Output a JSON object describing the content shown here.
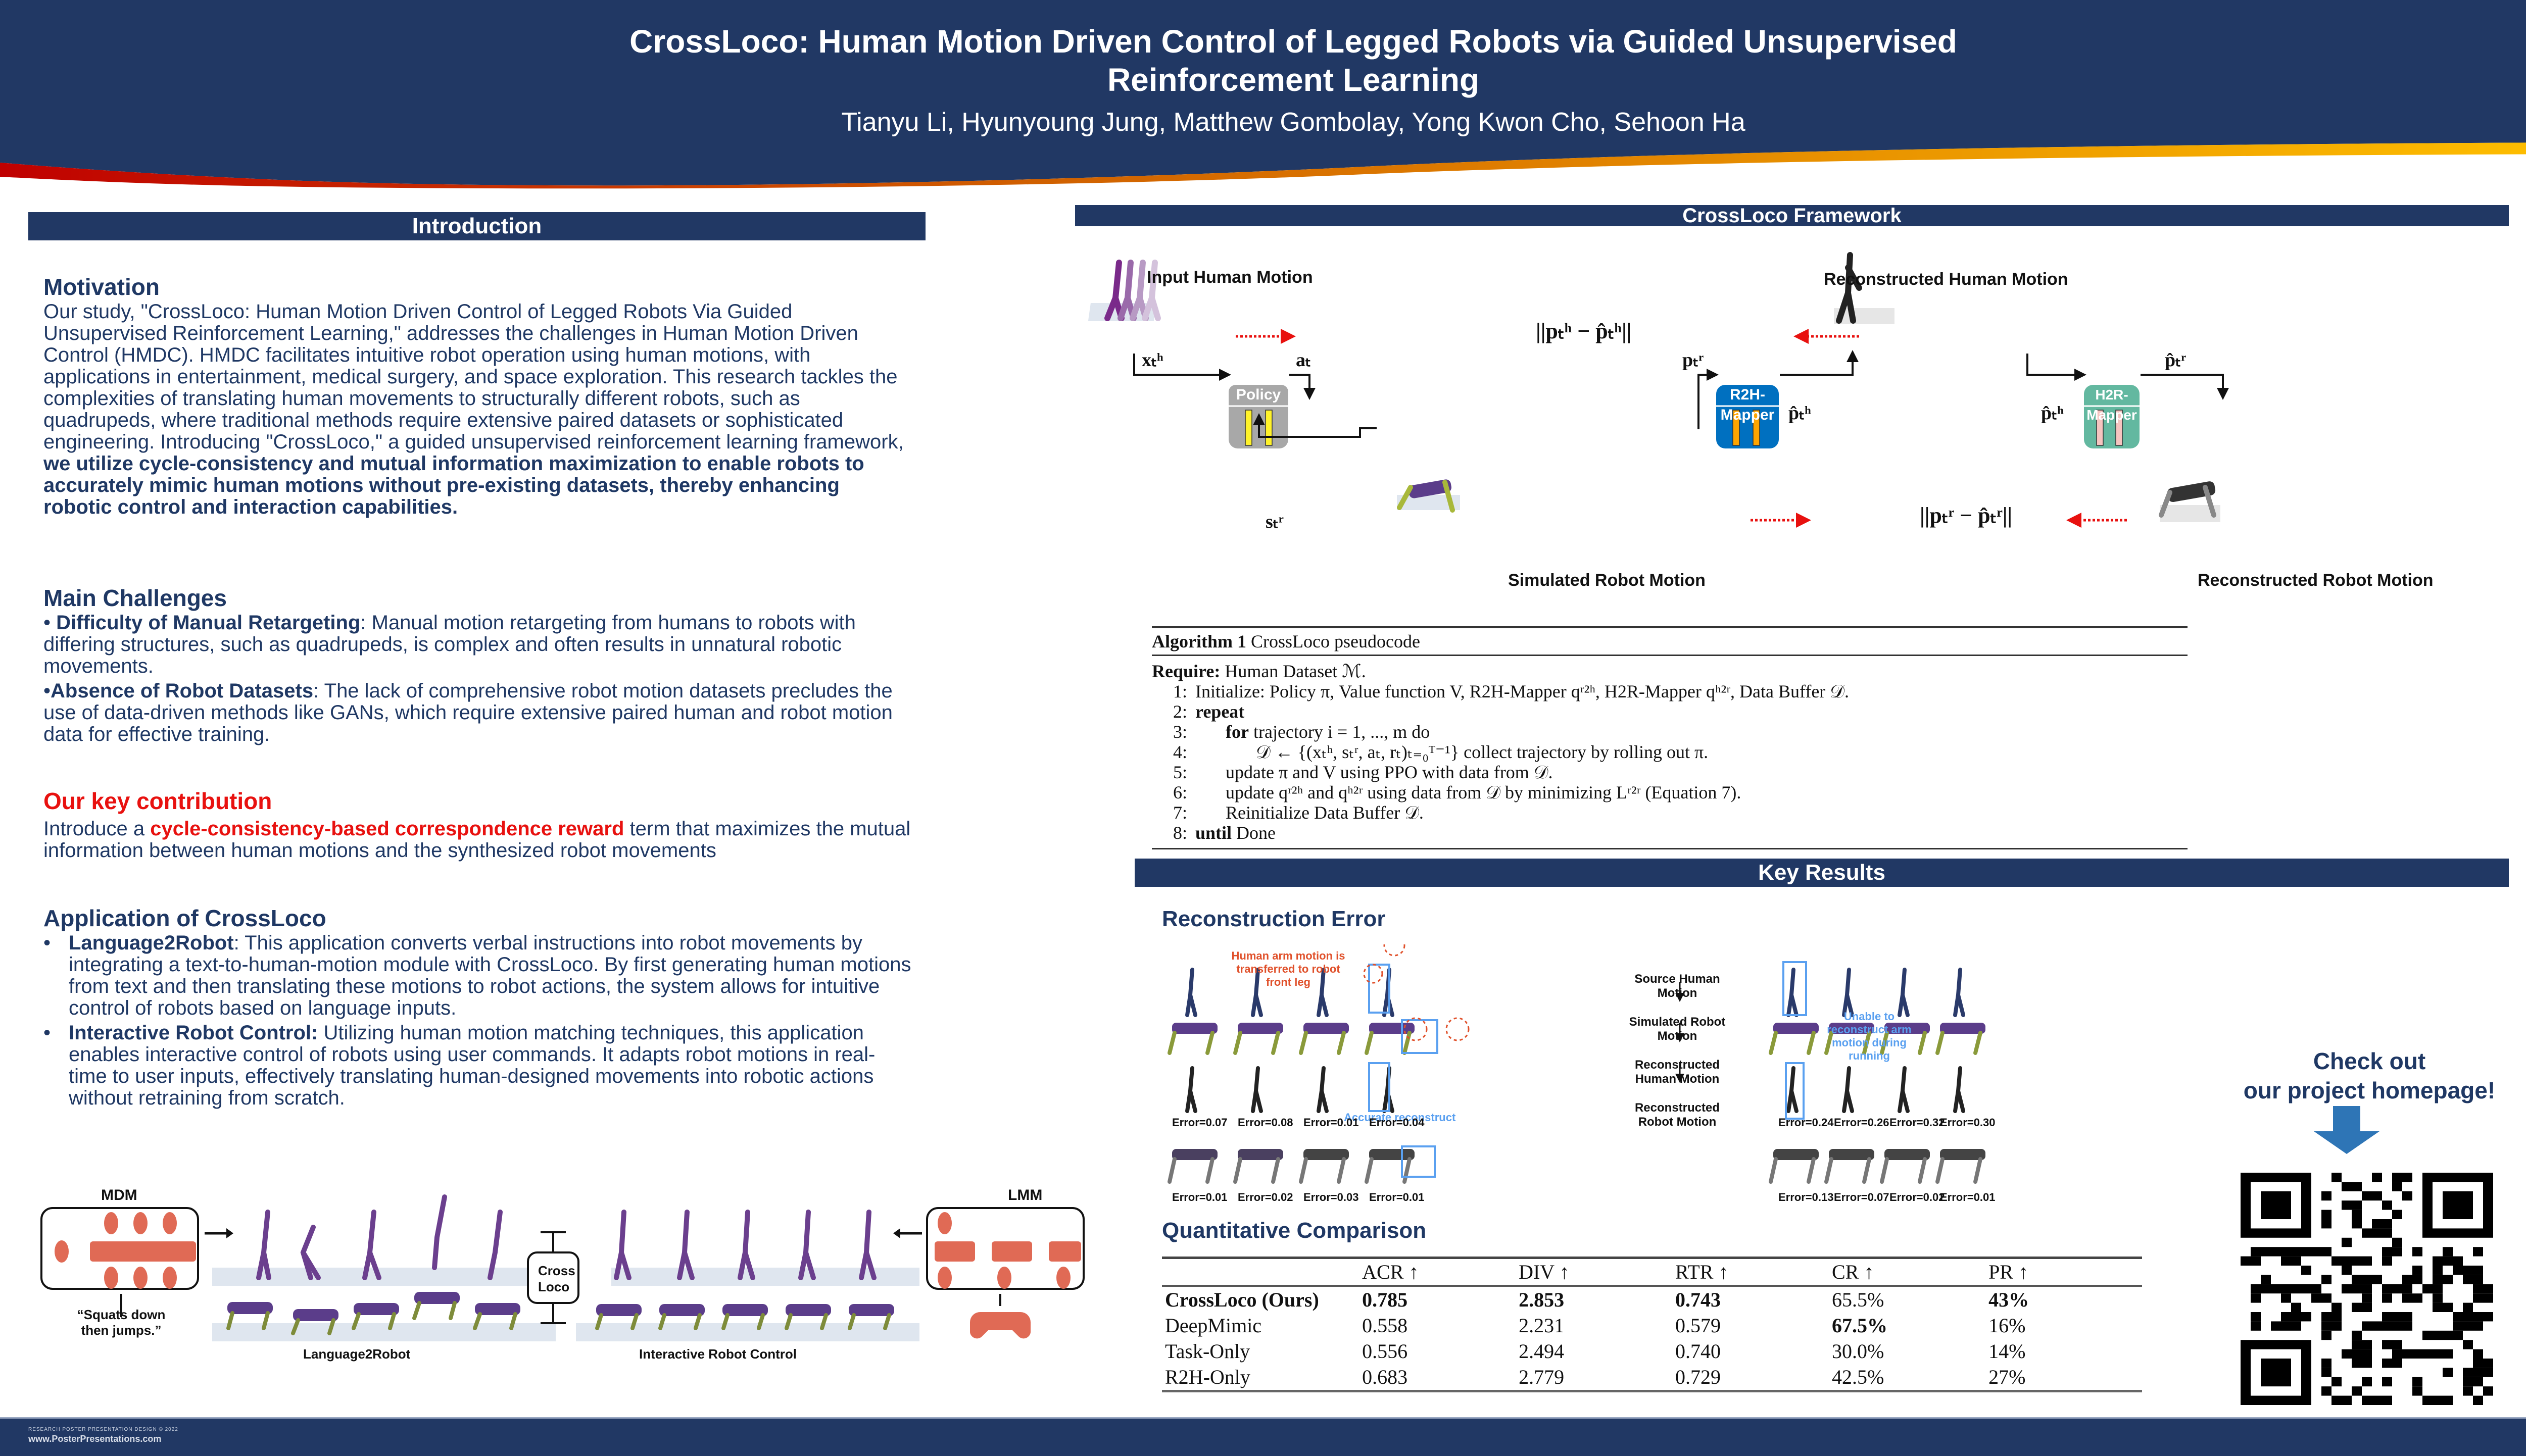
{
  "poster": {
    "title_line1": "CrossLoco: Human Motion Driven Control of Legged Robots via Guided Unsupervised",
    "title_line2": "Reinforcement Learning",
    "authors": "Tianyu Li, Hyunyoung Jung, Matthew Gombolay, Yong Kwon Cho, Sehoon Ha"
  },
  "colors": {
    "navy": "#213864",
    "accent_red": "#e8110f",
    "wave_start": "#c00000",
    "wave_end": "#ffc000",
    "highlight_blue": "#5aa0f0",
    "arrow_blue": "#2e75b6"
  },
  "introduction": {
    "header": "Introduction",
    "motivation": {
      "heading": "Motivation",
      "text": "Our study, \"CrossLoco: Human Motion Driven Control of Legged Robots Via Guided Unsupervised Reinforcement Learning,\" addresses the challenges in Human Motion Driven Control (HMDC). HMDC facilitates intuitive robot operation using human motions, with applications in entertainment, medical surgery, and space exploration. This research tackles the complexities of translating human movements to structurally different robots, such as quadrupeds, where traditional methods require extensive paired datasets or sophisticated engineering. Introducing \"CrossLoco,\" a guided unsupervised reinforcement learning framework, ",
      "bold_text": "we utilize cycle-consistency and mutual information maximization to enable robots to accurately mimic human motions without pre-existing datasets, thereby enhancing robotic control and interaction capabilities."
    },
    "challenges": {
      "heading": "Main Challenges",
      "items": [
        {
          "bullet": "•",
          "title": "Difficulty of Manual Retargeting",
          "text": ": Manual motion retargeting from humans to robots with differing structures, such as quadrupeds, is complex and often results in unnatural robotic movements."
        },
        {
          "bullet": "•",
          "title": "Absence of Robot Datasets",
          "text": ": The lack of comprehensive robot motion datasets precludes the use of data-driven methods like GANs, which require extensive paired human and robot motion data for effective training."
        }
      ]
    },
    "contribution": {
      "heading": "Our key contribution",
      "prefix": "Introduce a ",
      "highlight": "cycle-consistency-based correspondence reward",
      "suffix": " term that maximizes the mutual information between human motions and the synthesized robot movements"
    },
    "applications": {
      "heading": "Application of CrossLoco",
      "items": [
        {
          "bullet": "•",
          "title": "Language2Robot",
          "text": ": This application converts verbal instructions into robot movements by integrating a text-to-human-motion module with CrossLoco. By first generating human motions from text and then translating these motions to robot actions, the system allows for intuitive control of robots based on language inputs."
        },
        {
          "bullet": "•",
          "title": "Interactive Robot Control:",
          "text": " Utilizing human motion matching techniques, this application enables interactive control of robots using user commands. It adapts robot motions in real-time to user inputs, effectively translating human-designed movements into robotic actions without retraining from scratch."
        }
      ]
    },
    "app_figure": {
      "mdm_label": "MDM",
      "lmm_label": "LMM",
      "prompt": "“Squats down then jumps.”",
      "center_label_1": "Cross",
      "center_label_2": "Loco",
      "caption_left": "Language2Robot",
      "caption_right": "Interactive Robot Control"
    }
  },
  "framework": {
    "header": "CrossLoco Framework",
    "input_label": "Input Human Motion",
    "recon_human_label": "Reconstructed Human Motion",
    "sim_robot_label": "Simulated Robot Motion",
    "recon_robot_label": "Reconstructed Robot Motion",
    "policy_label": "Policy",
    "r2h_label": "R2H-Mapper",
    "h2r_label": "H2R-Mapper",
    "loss_human": "||pₜʰ − p̂ₜʰ||",
    "loss_robot": "||pₜʳ − p̂ₜʳ||",
    "sym_xh": "xₜʰ",
    "sym_at": "aₜ",
    "sym_sr": "sₜʳ",
    "sym_pr": "pₜʳ",
    "sym_phat_h": "p̂ₜʰ",
    "sym_phat_r": "p̂ₜʳ"
  },
  "algorithm": {
    "title_bold": "Algorithm 1",
    "title": " CrossLoco pseudocode",
    "require_label": "Require:",
    "require_text": " Human Dataset ℳ.",
    "lines": [
      {
        "n": "1:",
        "indent": 0,
        "bold": "",
        "text": "Initialize: Policy π, Value function V, R2H-Mapper qʳ²ʰ, H2R-Mapper qʰ²ʳ, Data Buffer 𝒟."
      },
      {
        "n": "2:",
        "indent": 0,
        "bold": "repeat",
        "text": ""
      },
      {
        "n": "3:",
        "indent": 1,
        "bold": "for",
        "text": " trajectory i = 1, ..., m  do"
      },
      {
        "n": "4:",
        "indent": 2,
        "bold": "",
        "text": "𝒟 ← {(xₜʰ, sₜʳ, aₜ, rₜ)ₜ₌₀ᵀ⁻¹} collect trajectory by rolling out π."
      },
      {
        "n": "5:",
        "indent": 1,
        "bold": "",
        "text": "update π and V using PPO with data from 𝒟."
      },
      {
        "n": "6:",
        "indent": 1,
        "bold": "",
        "text": "update qʳ²ʰ and qʰ²ʳ using data from 𝒟 by minimizing Lʳ²ʳ (Equation 7)."
      },
      {
        "n": "7:",
        "indent": 1,
        "bold": "",
        "text": "Reinitialize Data Buffer 𝒟."
      },
      {
        "n": "8:",
        "indent": 0,
        "bold": "until",
        "text": " Done"
      }
    ]
  },
  "key_results": {
    "header": "Key Results",
    "recon_heading": "Reconstruction Error",
    "annotations": {
      "arm_to_leg": "Human arm motion is transferred to robot front leg",
      "accurate": "Accurate reconstruct",
      "unable": "Unable to reconstruct arm motion during running"
    },
    "row_labels": [
      "Source Human Motion",
      "Simulated Robot Motion",
      "Reconstructed Human Motion",
      "Reconstructed Robot Motion"
    ],
    "left_human_errors": [
      "Error=0.07",
      "Error=0.08",
      "Error=0.01",
      "Error=0.04"
    ],
    "left_robot_errors": [
      "Error=0.01",
      "Error=0.02",
      "Error=0.03",
      "Error=0.01"
    ],
    "right_human_errors": [
      "Error=0.24",
      "Error=0.26",
      "Error=0.32",
      "Error=0.30"
    ],
    "right_robot_errors": [
      "Error=0.13",
      "Error=0.07",
      "Error=0.02",
      "Error=0.01"
    ],
    "quant_heading": "Quantitative Comparison",
    "table": {
      "headers": [
        "",
        "ACR ↑",
        "DIV ↑",
        "RTR ↑",
        "CR ↑",
        "PR ↑"
      ],
      "rows": [
        {
          "cells": [
            "CrossLoco (Ours)",
            "0.785",
            "2.853",
            "0.743",
            "65.5%",
            "43%"
          ],
          "bold": [
            true,
            true,
            true,
            true,
            false,
            true
          ]
        },
        {
          "cells": [
            "DeepMimic",
            "0.558",
            "2.231",
            "0.579",
            "67.5%",
            "16%"
          ],
          "bold": [
            false,
            false,
            false,
            false,
            true,
            false
          ]
        },
        {
          "cells": [
            "Task-Only",
            "0.556",
            "2.494",
            "0.740",
            "30.0%",
            "14%"
          ],
          "bold": [
            false,
            false,
            false,
            false,
            false,
            false
          ]
        },
        {
          "cells": [
            "R2H-Only",
            "0.683",
            "2.779",
            "0.729",
            "42.5%",
            "27%"
          ],
          "bold": [
            false,
            false,
            false,
            false,
            false,
            false
          ]
        }
      ]
    }
  },
  "homepage": {
    "line1": "Check out",
    "line2": "our project homepage!"
  },
  "footer": {
    "small": "RESEARCH POSTER PRESENTATION DESIGN © 2022",
    "site": "www.PosterPresentations.com"
  }
}
